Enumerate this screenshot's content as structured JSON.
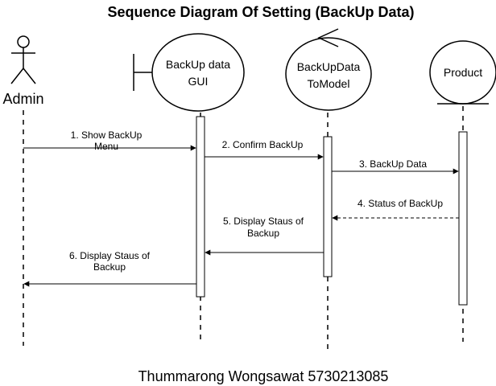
{
  "diagram": {
    "title": "Sequence Diagram Of Setting (BackUp Data)",
    "footer": "Thummarong Wongsawat 5730213085",
    "actor": {
      "label": "Admin"
    },
    "boundary": {
      "line1": "BackUp data",
      "line2": "GUI"
    },
    "control": {
      "line1": "BackUpData",
      "line2": "ToModel"
    },
    "entity": {
      "label": "Product"
    },
    "messages": [
      {
        "n": 1,
        "line1": "1. Show BackUp",
        "line2": "Menu"
      },
      {
        "n": 2,
        "line1": "2. Confirm BackUp",
        "line2": ""
      },
      {
        "n": 3,
        "line1": "3.   BackUp Data",
        "line2": ""
      },
      {
        "n": 4,
        "line1": "4. Status of BackUp",
        "line2": ""
      },
      {
        "n": 5,
        "line1": "5. Display Staus of",
        "line2": "Backup"
      },
      {
        "n": 6,
        "line1": "6. Display Staus of",
        "line2": "Backup"
      }
    ]
  }
}
